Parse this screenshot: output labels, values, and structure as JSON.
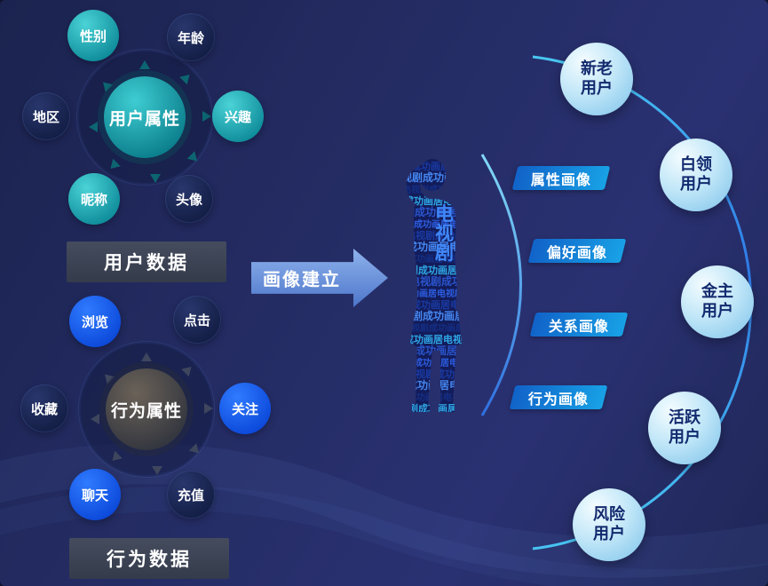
{
  "colors": {
    "background": "#212a5e",
    "teal_node": "#17a2ad",
    "dark_node": "#1a2550",
    "blue_node": "#1257e8",
    "tag_blue": "#1583dd",
    "arrow_blue": "#6089d8",
    "segment_fill": "#a8daf4",
    "segment_text": "#122a6e",
    "panel_gray": "#3c4353"
  },
  "user_attributes_diagram": {
    "center_label": "用户属性",
    "satellites": [
      {
        "label": "性别"
      },
      {
        "label": "年龄"
      },
      {
        "label": "地区"
      },
      {
        "label": "兴趣"
      },
      {
        "label": "昵称"
      },
      {
        "label": "头像"
      }
    ],
    "footer_label": "用户数据"
  },
  "behavior_attributes_diagram": {
    "center_label": "行为属性",
    "satellites": [
      {
        "label": "浏览"
      },
      {
        "label": "点击"
      },
      {
        "label": "收藏"
      },
      {
        "label": "关注"
      },
      {
        "label": "聊天"
      },
      {
        "label": "充值"
      }
    ],
    "footer_label": "行为数据"
  },
  "arrow_label": "画像建立",
  "portrait_tags": [
    {
      "label": "属性画像"
    },
    {
      "label": "偏好画像"
    },
    {
      "label": "关系画像"
    },
    {
      "label": "行为画像"
    }
  ],
  "user_segments": [
    {
      "line1": "新老",
      "line2": "用户"
    },
    {
      "line1": "白领",
      "line2": "用户"
    },
    {
      "line1": "金主",
      "line2": "用户"
    },
    {
      "line1": "活跃",
      "line2": "用户"
    },
    {
      "line1": "风险",
      "line2": "用户"
    }
  ],
  "wordcloud_terms": [
    "电视剧",
    "成功",
    "画",
    "居"
  ]
}
